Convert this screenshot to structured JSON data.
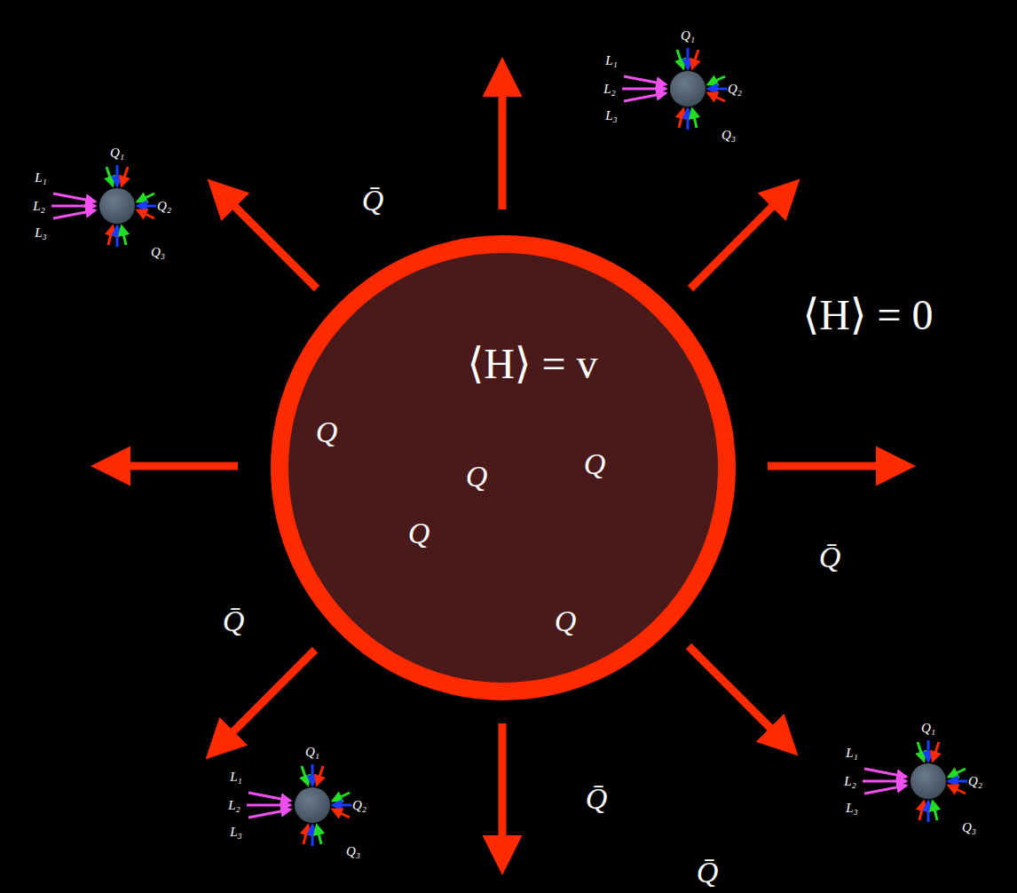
{
  "diagram": {
    "nodes": [
      {
        "text": [
          "⟨H⟩ = v",
          "Q",
          "Q",
          "Q",
          "Q",
          "Q"
        ]
      }
    ],
    "labels": [
      "⟨H⟩ = 0",
      "Q̄",
      "Q̄",
      "Q̄",
      "Q̄",
      "Q̄",
      "Q₁",
      "Q₂",
      "Q₃",
      "L₁",
      "L₂",
      "L₃",
      "Q₁",
      "Q₂",
      "Q₃",
      "L₁",
      "L₂",
      "L₃",
      "Q₁",
      "Q₂",
      "Q₃",
      "L₁",
      "L₂",
      "L₃",
      "Q₁",
      "Q₂",
      "Q₃",
      "L₁",
      "L₂",
      "L₃"
    ]
  }
}
